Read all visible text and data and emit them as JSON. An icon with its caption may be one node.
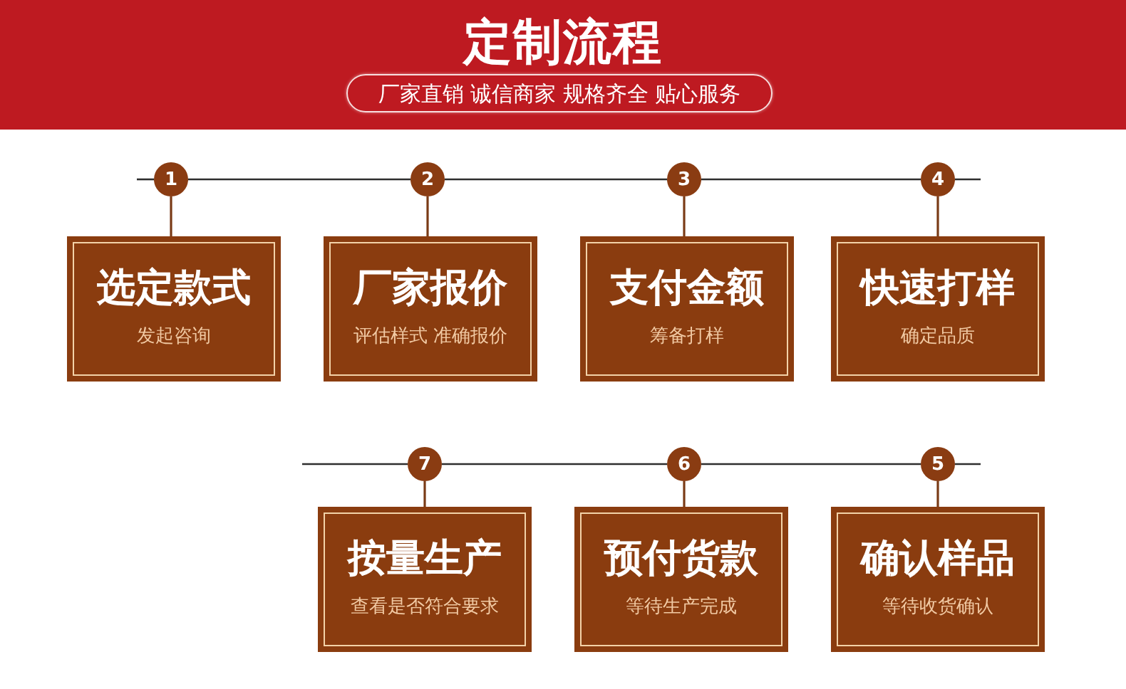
{
  "diagram": {
    "title": "定制流程",
    "nodes": [
      {
        "text": [
          "厂家直销 诚信商家 规格齐全 贴心服务"
        ]
      },
      {
        "text": [
          "1"
        ]
      },
      {
        "text": [
          "2"
        ]
      },
      {
        "text": [
          "3"
        ]
      },
      {
        "text": [
          "4"
        ]
      },
      {
        "text": [
          "选定款式",
          "发起咨询"
        ]
      },
      {
        "text": [
          "厂家报价",
          "评估样式 准确报价"
        ]
      },
      {
        "text": [
          "支付金额",
          "筹备打样"
        ]
      },
      {
        "text": [
          "快速打样",
          "确定品质"
        ]
      },
      {
        "text": [
          "7"
        ]
      },
      {
        "text": [
          "6"
        ]
      },
      {
        "text": [
          "5"
        ]
      },
      {
        "text": [
          "按量生产",
          "查看是否符合要求"
        ]
      },
      {
        "text": [
          "预付货款",
          "等待生产完成"
        ]
      },
      {
        "text": [
          "确认样品",
          "等待收货确认"
        ]
      }
    ],
    "edges": [
      {
        "from": null,
        "to": 1,
        "arrow": "none"
      },
      {
        "from": 1,
        "to": 2,
        "arrow": "none"
      },
      {
        "from": 2,
        "to": 3,
        "arrow": "none"
      },
      {
        "from": 3,
        "to": 4,
        "arrow": "none"
      },
      {
        "from": 4,
        "to": null,
        "arrow": "none"
      },
      {
        "from": 1,
        "to": 5,
        "arrow": "none",
        "color": "#7a3b16"
      },
      {
        "from": 2,
        "to": 6,
        "arrow": "none",
        "color": "#7a3b16"
      },
      {
        "from": 3,
        "to": 7,
        "arrow": "none",
        "color": "#7a3b16"
      },
      {
        "from": 4,
        "to": 8,
        "arrow": "none",
        "color": "#7a3b16"
      },
      {
        "from": null,
        "to": 11,
        "arrow": "none"
      },
      {
        "from": 11,
        "to": 10,
        "arrow": "none"
      },
      {
        "from": 10,
        "to": 9,
        "arrow": "none"
      },
      {
        "from": 9,
        "to": null,
        "arrow": "none"
      },
      {
        "from": 9,
        "to": 12,
        "arrow": "none",
        "color": "#7a3b16"
      },
      {
        "from": 10,
        "to": 13,
        "arrow": "none",
        "color": "#7a3b16"
      },
      {
        "from": 11,
        "to": 14,
        "arrow": "none",
        "color": "#7a3b16"
      }
    ]
  }
}
